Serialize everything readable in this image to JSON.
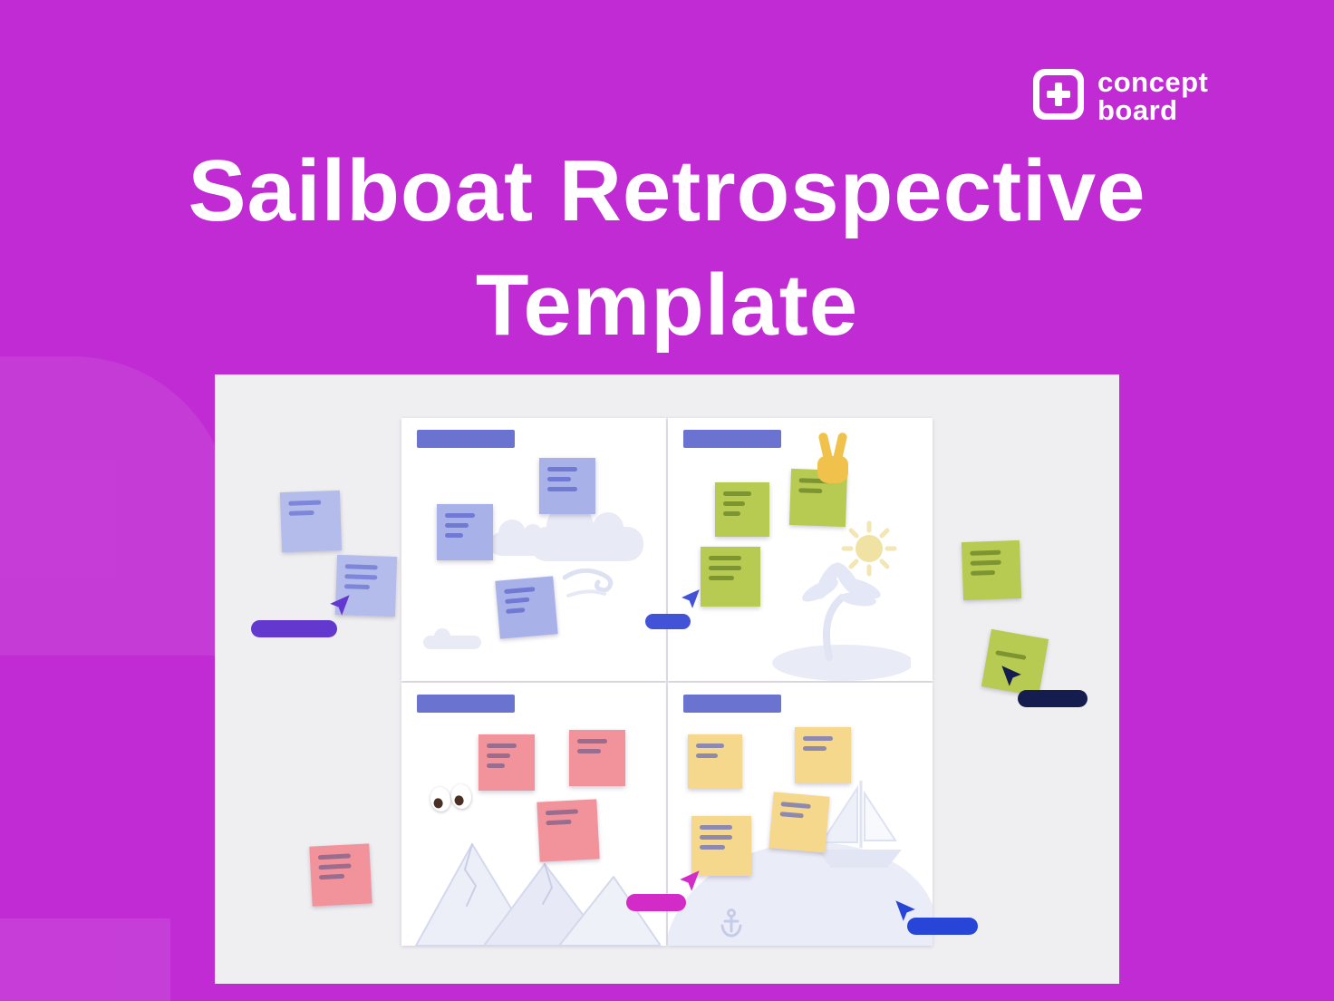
{
  "colors": {
    "background": "#c02bd3",
    "panel": "#efeff1",
    "card": "#ffffff",
    "quadrant_header": "#6a73d0",
    "note_lavender": "#a9b2e8",
    "note_green": "#b7ca52",
    "note_red": "#f2939c",
    "note_yellow": "#f6d88c",
    "cursor_purple": "#6338cf",
    "cursor_blue": "#4253d8",
    "cursor_navy": "#141d4d",
    "cursor_magenta": "#d32bc8",
    "cursor_royal_blue": "#2746d8"
  },
  "logo": {
    "line1": "concept",
    "line2": "board"
  },
  "title": {
    "line1": "Sailboat Retrospective",
    "line2": "Template"
  },
  "board": {
    "quadrants": [
      {
        "id": "top-left",
        "note_color": "lavender",
        "illustrations": [
          "clouds",
          "wind"
        ],
        "note_count": 3
      },
      {
        "id": "top-right",
        "note_color": "green",
        "illustrations": [
          "peace-hand-emoji",
          "sun",
          "palm-island"
        ],
        "note_count": 3
      },
      {
        "id": "bottom-left",
        "note_color": "red",
        "illustrations": [
          "eyes-emoji",
          "mountains"
        ],
        "note_count": 3
      },
      {
        "id": "bottom-right",
        "note_color": "yellow",
        "illustrations": [
          "sailboat",
          "hill",
          "anchor"
        ],
        "note_count": 4
      }
    ],
    "loose_notes": [
      {
        "color": "lavender",
        "count": 2,
        "area": "left-of-quadrants"
      },
      {
        "color": "green",
        "count": 2,
        "area": "right-of-quadrants"
      },
      {
        "color": "red",
        "count": 1,
        "area": "bottom-left-of-quadrants"
      }
    ],
    "collaborator_cursor_count": 5
  }
}
